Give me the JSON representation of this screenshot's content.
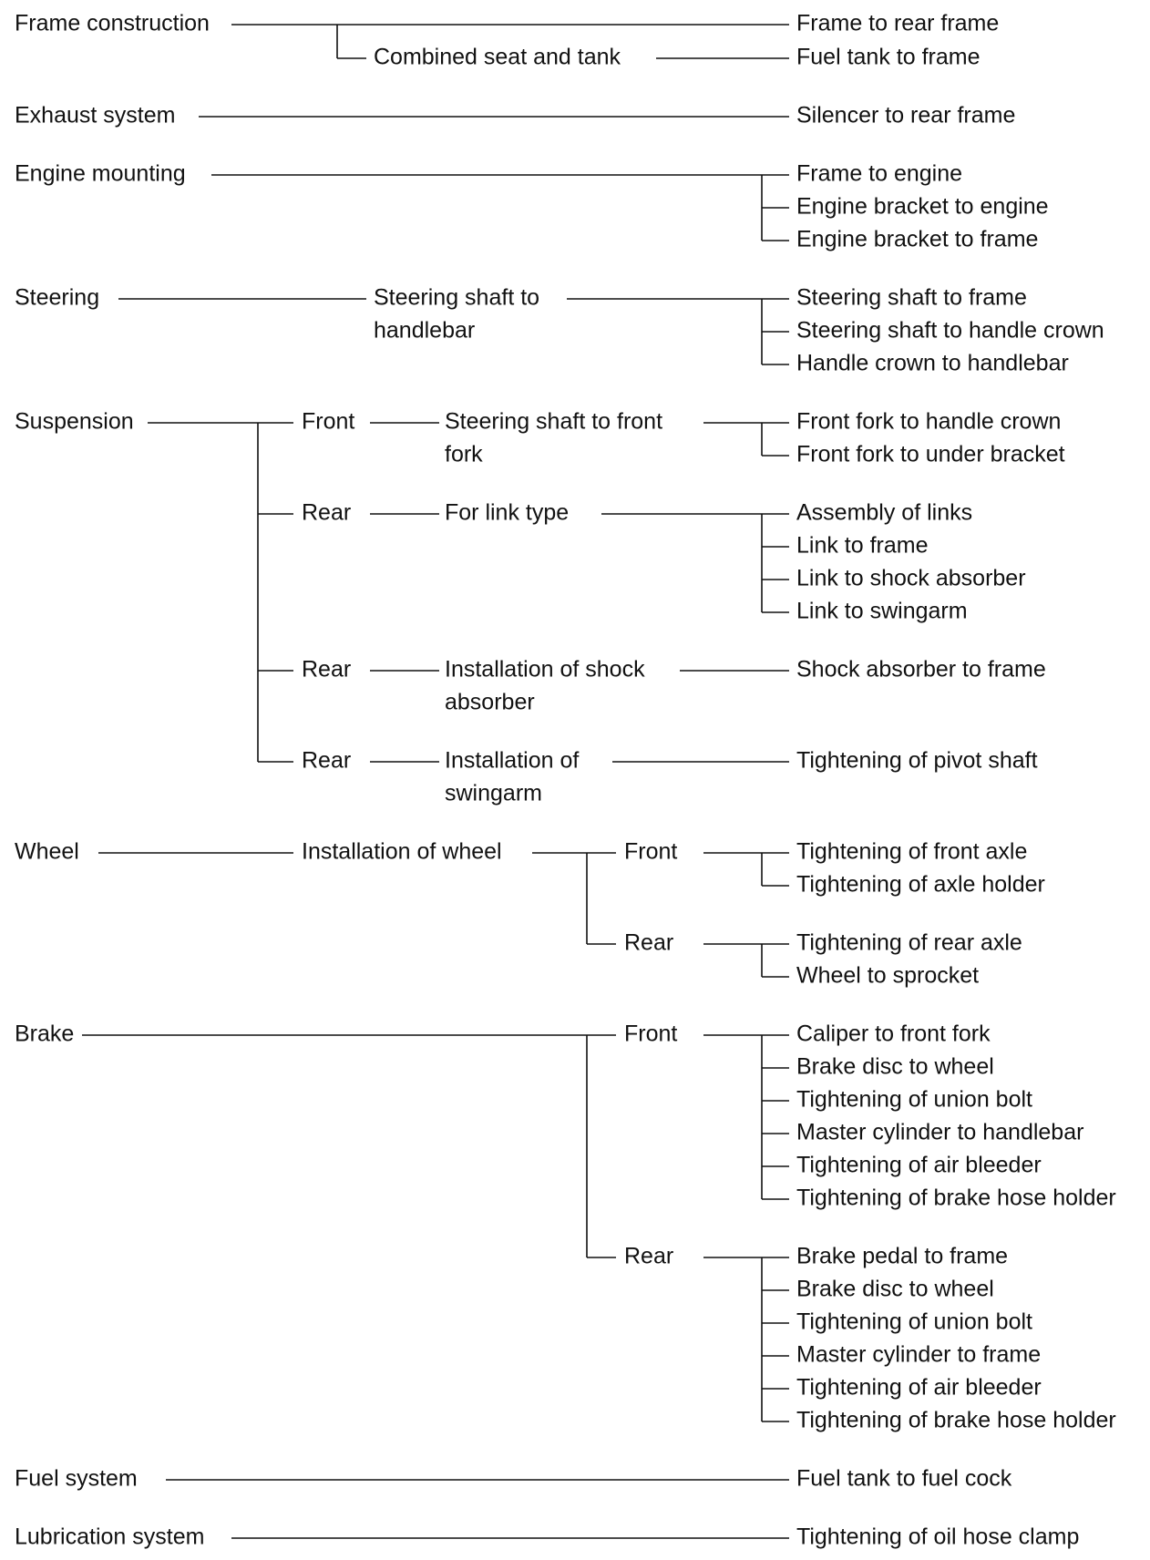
{
  "frame_construction": {
    "label": "Frame construction",
    "sub": "Combined seat and tank",
    "items": [
      "Frame to rear frame",
      "Fuel tank to frame"
    ]
  },
  "exhaust_system": {
    "label": "Exhaust system",
    "items": [
      "Silencer to rear frame"
    ]
  },
  "engine_mounting": {
    "label": "Engine mounting",
    "items": [
      "Frame to engine",
      "Engine bracket to engine",
      "Engine bracket to frame"
    ]
  },
  "steering": {
    "label": "Steering",
    "sub": [
      "Steering shaft to",
      "handlebar"
    ],
    "items": [
      "Steering shaft to frame",
      "Steering shaft to handle crown",
      "Handle crown to handlebar"
    ]
  },
  "suspension": {
    "label": "Suspension",
    "front": {
      "label": "Front",
      "sub": [
        "Steering shaft to front",
        "fork"
      ],
      "items": [
        "Front fork to handle crown",
        "Front fork to under bracket"
      ]
    },
    "rear_link": {
      "label": "Rear",
      "sub": "For link type",
      "items": [
        "Assembly of links",
        "Link to frame",
        "Link to shock absorber",
        "Link to swingarm"
      ]
    },
    "rear_shock": {
      "label": "Rear",
      "sub": [
        "Installation of shock",
        "absorber"
      ],
      "items": [
        "Shock absorber to frame"
      ]
    },
    "rear_swingarm": {
      "label": "Rear",
      "sub": [
        "Installation of",
        "swingarm"
      ],
      "items": [
        "Tightening of pivot shaft"
      ]
    }
  },
  "wheel": {
    "label": "Wheel",
    "sub": "Installation of wheel",
    "front": {
      "label": "Front",
      "items": [
        "Tightening of front axle",
        "Tightening of axle holder"
      ]
    },
    "rear": {
      "label": "Rear",
      "items": [
        "Tightening of rear axle",
        "Wheel to sprocket"
      ]
    }
  },
  "brake": {
    "label": "Brake",
    "front": {
      "label": "Front",
      "items": [
        "Caliper to front fork",
        "Brake disc to wheel",
        "Tightening of union bolt",
        "Master cylinder to handlebar",
        "Tightening of air bleeder",
        "Tightening of brake hose holder"
      ]
    },
    "rear": {
      "label": "Rear",
      "items": [
        "Brake pedal to frame",
        "Brake disc to wheel",
        "Tightening of union bolt",
        "Master cylinder to frame",
        "Tightening of air bleeder",
        "Tightening of brake hose holder"
      ]
    }
  },
  "fuel_system": {
    "label": "Fuel system",
    "items": [
      "Fuel tank to fuel cock"
    ]
  },
  "lubrication_system": {
    "label": "Lubrication system",
    "items": [
      "Tightening of oil hose clamp"
    ]
  }
}
